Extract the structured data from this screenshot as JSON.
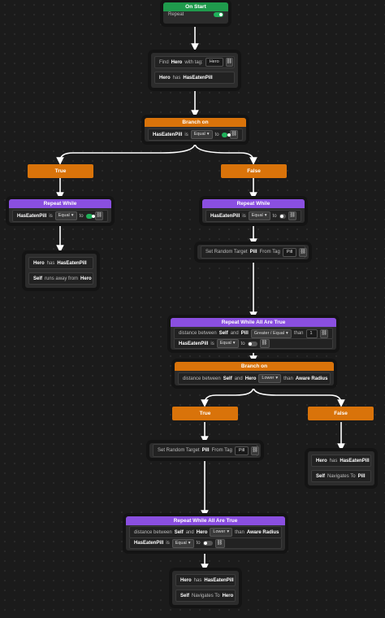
{
  "on_start": {
    "title": "On Start",
    "repeat_label": "Repeat"
  },
  "find_node": {
    "find": "Find",
    "hero": "Hero",
    "with_tag": "with tag:",
    "tag_value": "Hero",
    "has_row_hero": "Hero",
    "has": "has",
    "has_value": "HasEatenPill"
  },
  "branch_top": {
    "title": "Branch on",
    "var": "HasEatenPill",
    "is": "is",
    "op": "Equal",
    "to": "to"
  },
  "true_label": "True",
  "false_label": "False",
  "repeat_left": {
    "title": "Repeat While",
    "var": "HasEatenPill",
    "is": "is",
    "op": "Equal",
    "to": "to"
  },
  "repeat_right": {
    "title": "Repeat While",
    "var": "HasEatenPill",
    "is": "is",
    "op": "Equal",
    "to": "to"
  },
  "left_actions": {
    "hero": "Hero",
    "has": "has",
    "has_value": "HasEatenPill",
    "self": "Self",
    "runs_away": "runs away from",
    "target": "Hero"
  },
  "set_target_1": {
    "text": "Set Random Target",
    "pill": "Pill",
    "from_tag": "From Tag",
    "tag": "Pill"
  },
  "repeat_all_1": {
    "title": "Repeat While All Are True",
    "distance": "distance between",
    "self": "Self",
    "and": "and",
    "pill": "Pill",
    "op": "Greater / Equal",
    "than": "than",
    "value": "1",
    "var": "HasEatenPill",
    "is": "is",
    "op2": "Equal",
    "to": "to"
  },
  "branch_mid": {
    "title": "Branch on",
    "distance": "distance between",
    "self": "Self",
    "and": "and",
    "hero": "Hero",
    "op": "Lower",
    "than": "than",
    "radius": "Aware Radius"
  },
  "right_actions": {
    "hero": "Hero",
    "has": "has",
    "has_value": "HasEatenPill",
    "self": "Self",
    "navigates": "Navigates To",
    "target": "Pill"
  },
  "set_target_2": {
    "text": "Set Random Target",
    "pill": "Pill",
    "from_tag": "From Tag",
    "tag": "Pill"
  },
  "repeat_all_2": {
    "title": "Repeat While All Are True",
    "distance": "distance between",
    "self": "Self",
    "and": "and",
    "hero": "Hero",
    "op": "Lower",
    "than": "than",
    "radius": "Aware Radius",
    "var": "HasEatenPill",
    "is": "is",
    "op2": "Equal",
    "to": "to"
  },
  "bottom_actions": {
    "hero": "Hero",
    "has": "has",
    "has_value": "HasEatenPill",
    "self": "Self",
    "navigates": "Navigates To",
    "target": "Hero"
  },
  "icons": {
    "toggle": "toggle-switch",
    "link": "link-icon",
    "dropdown": "chevron-down-icon"
  },
  "colors": {
    "start": "#1f9a4c",
    "repeat": "#8a4fe0",
    "branch": "#d9730a",
    "background": "#1b1b1b"
  }
}
